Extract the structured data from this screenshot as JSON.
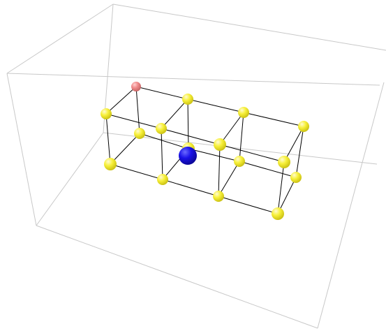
{
  "scene": {
    "background": "#ffffff",
    "bounding_box_color": "#c8c8c8",
    "lattice_edge_color": "#000000",
    "atom_colors": {
      "yellow": "#f7f03a",
      "blue": "#1a12e8",
      "pink": "#f08a8a"
    },
    "atoms": [
      {
        "id": "a1",
        "color": "pink",
        "radius": 7
      },
      {
        "id": "a2",
        "color": "yellow",
        "radius": 8
      },
      {
        "id": "a3",
        "color": "yellow",
        "radius": 8
      },
      {
        "id": "a4",
        "color": "yellow",
        "radius": 8
      },
      {
        "id": "a5",
        "color": "yellow",
        "radius": 8
      },
      {
        "id": "a6",
        "color": "yellow",
        "radius": 8
      },
      {
        "id": "a7",
        "color": "yellow",
        "radius": 9
      },
      {
        "id": "a8",
        "color": "yellow",
        "radius": 9
      },
      {
        "id": "a9",
        "color": "yellow",
        "radius": 8
      },
      {
        "id": "a10",
        "color": "yellow",
        "radius": 8
      },
      {
        "id": "a11",
        "color": "yellow",
        "radius": 9
      },
      {
        "id": "a12",
        "color": "yellow",
        "radius": 8
      },
      {
        "id": "a13",
        "color": "yellow",
        "radius": 8
      },
      {
        "id": "a14",
        "color": "yellow",
        "radius": 9
      },
      {
        "id": "a15",
        "color": "yellow",
        "radius": 8
      },
      {
        "id": "a16",
        "color": "yellow",
        "radius": 9
      },
      {
        "id": "a17",
        "color": "blue",
        "radius": 13
      }
    ]
  }
}
